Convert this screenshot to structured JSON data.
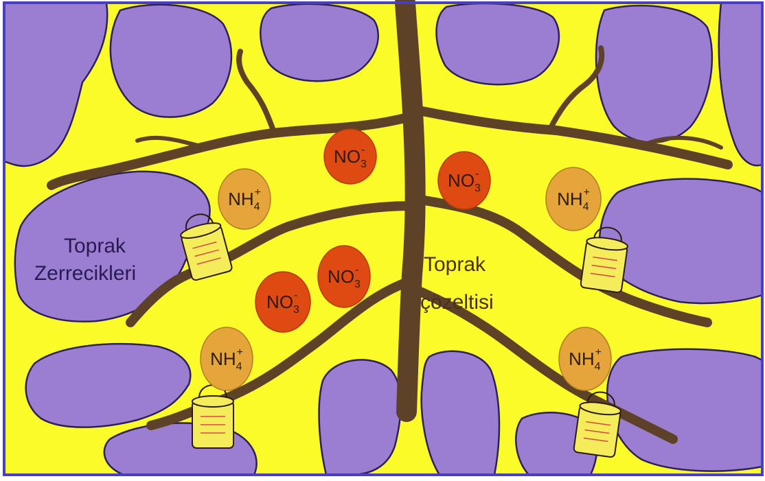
{
  "title": "",
  "colors": {
    "solution": "#fbfb2a",
    "particle": "#9b7ed2",
    "particle_stroke": "#2d1f5a",
    "root": "#5e4227",
    "nitrate": "#df4a12",
    "ammonium": "#e6a53a",
    "carrier": "#f4ec5a",
    "border": "#4a3fc0"
  },
  "labels": {
    "particles": {
      "line1": "Toprak",
      "line2": "Zerrecikleri"
    },
    "solution": {
      "line1": "Toprak",
      "line2": "çözeltisi"
    }
  },
  "ions": {
    "nitrate": {
      "base": "NO",
      "sub": "3",
      "sup": "-"
    },
    "ammonium": {
      "base": "NH",
      "sub": "4",
      "sup": "+"
    }
  },
  "icons": {
    "soil_particle": "soil-particle-blob",
    "root": "root-branch",
    "carrier": "ion-carrier-bucket"
  }
}
